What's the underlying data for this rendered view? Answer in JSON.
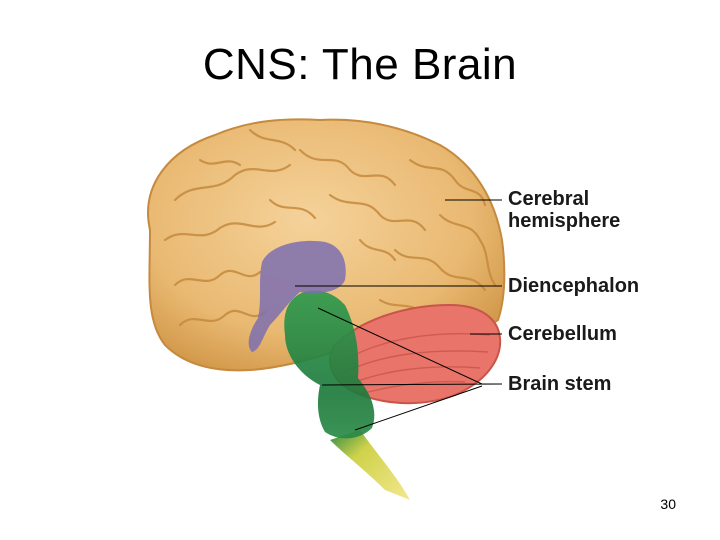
{
  "slide": {
    "title": "CNS: The Brain",
    "page_number": "30"
  },
  "diagram": {
    "labels": {
      "cerebral_line1": "Cerebral",
      "cerebral_line2": "hemisphere",
      "diencephalon": "Diencephalon",
      "cerebellum": "Cerebellum",
      "brain_stem": "Brain stem"
    },
    "colors": {
      "cerebrum": "#e9b972",
      "cerebrum_dark": "#c58a3e",
      "diencephalon": "#7d6fb0",
      "cerebellum": "#e8746a",
      "brain_stem": "#2f9a4e",
      "spinal_cord": "#e8d84a"
    }
  }
}
